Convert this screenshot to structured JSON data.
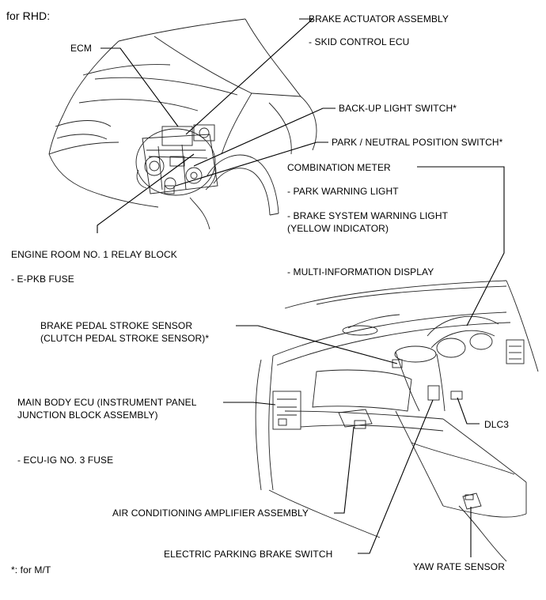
{
  "header": "for RHD:",
  "footnote": "*: for M/T",
  "labels": {
    "brake_actuator": "BRAKE ACTUATOR ASSEMBLY",
    "skid_control": "- SKID CONTROL ECU",
    "ecm": "ECM",
    "backup_light": "BACK-UP LIGHT SWITCH*",
    "park_neutral": "PARK / NEUTRAL POSITION SWITCH*",
    "combination_meter": "COMBINATION METER",
    "park_warning": "- PARK WARNING LIGHT",
    "brake_warning_1": "- BRAKE SYSTEM WARNING LIGHT",
    "brake_warning_2": "(YELLOW INDICATOR)",
    "multi_info": "- MULTI-INFORMATION DISPLAY",
    "engine_relay": "ENGINE ROOM NO. 1 RELAY BLOCK",
    "epkb_fuse": "- E-PKB FUSE",
    "brake_pedal_1": "BRAKE PEDAL STROKE SENSOR",
    "brake_pedal_2": "(CLUTCH PEDAL STROKE SENSOR)*",
    "main_body_1": "MAIN BODY ECU (INSTRUMENT PANEL",
    "main_body_2": "JUNCTION BLOCK ASSEMBLY)",
    "ecu_ig_fuse": "- ECU-IG NO. 3 FUSE",
    "dlc3": "DLC3",
    "air_conditioning": "AIR CONDITIONING AMPLIFIER ASSEMBLY",
    "epb_switch": "ELECTRIC PARKING BRAKE SWITCH",
    "yaw_rate": "YAW RATE SENSOR"
  }
}
